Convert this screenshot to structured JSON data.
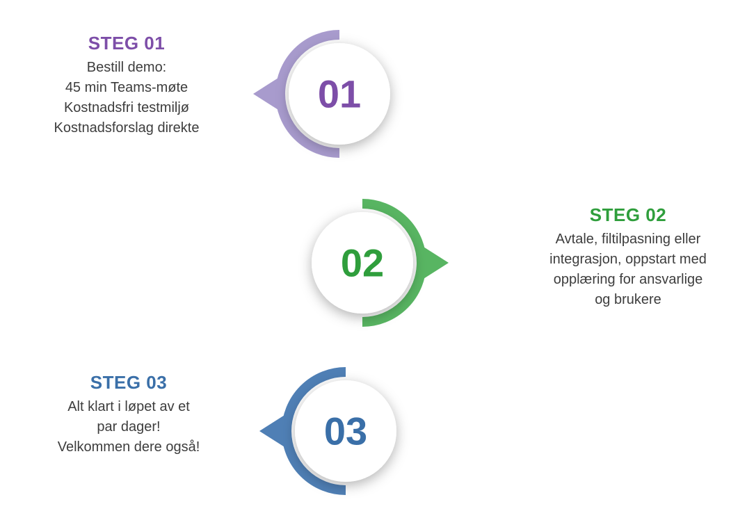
{
  "background_color": "#ffffff",
  "body_text_color": "#3d3d3d",
  "steps": [
    {
      "number": "01",
      "title": "STEG 01",
      "lines": [
        "Bestill demo:",
        "45 min Teams-møte",
        "Kostnadsfri testmiljø",
        "Kostnadsforslag direkte"
      ],
      "accent_color": "#7d4ea8",
      "ring_color": "#a89bcd",
      "text_side": "left",
      "arrow_direction": "left"
    },
    {
      "number": "02",
      "title": "STEG 02",
      "lines": [
        "Avtale, filtilpasning eller",
        "integrasjon, oppstart med",
        "opplæring for ansvarlige",
        "og brukere"
      ],
      "accent_color": "#2f9e3c",
      "ring_color": "#58b562",
      "text_side": "right",
      "arrow_direction": "right"
    },
    {
      "number": "03",
      "title": "STEG 03",
      "lines": [
        "Alt klart i løpet av et",
        "par dager!",
        "Velkommen dere også!"
      ],
      "accent_color": "#3a6fa8",
      "ring_color": "#4f7fb5",
      "text_side": "left",
      "arrow_direction": "left"
    }
  ]
}
